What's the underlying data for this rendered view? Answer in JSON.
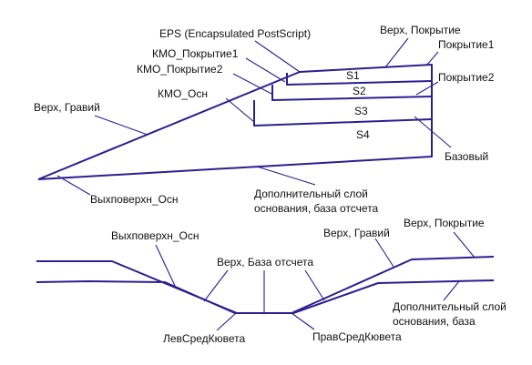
{
  "colors": {
    "line": "#2a1f8f",
    "text": "#111111",
    "background": "#ffffff"
  },
  "top_diagram": {
    "labels": {
      "eps": "EPS (Encapsulated PostScript)",
      "verh_pokrytie": "Верх, Покрытие",
      "pokrytie1": "Покрытие1",
      "pokrytie2": "Покрытие2",
      "kmo_pokrytie1": "КМО_Покрытие1",
      "kmo_pokrytie2": "КМО_Покрытие2",
      "kmo_osn": "КМО_Осн",
      "verh_graviy": "Верх, Гравий",
      "bazovyy": "Базовый",
      "vykhpoverkhn_osn": "Выхповерхн_Осн",
      "dop_sloy_line1": "Дополнительный слой",
      "dop_sloy_line2": "основания, база отсчета"
    },
    "sections": {
      "s1": "S1",
      "s2": "S2",
      "s3": "S3",
      "s4": "S4"
    }
  },
  "bottom_diagram": {
    "labels": {
      "vykhpoverkhn_osn": "Выхповерхн_Осн",
      "verh_baza_otscheta": "Верх, База отсчета",
      "verh_graviy": "Верх, Гравий",
      "verh_pokrytie": "Верх, Покрытие",
      "dop_sloy_line1": "Дополнительный слой",
      "dop_sloy_line2": "основания, база",
      "lev_sred_kyuveta": "ЛевСредКювета",
      "prav_sred_kyuveta": "ПравСредКювета"
    }
  }
}
